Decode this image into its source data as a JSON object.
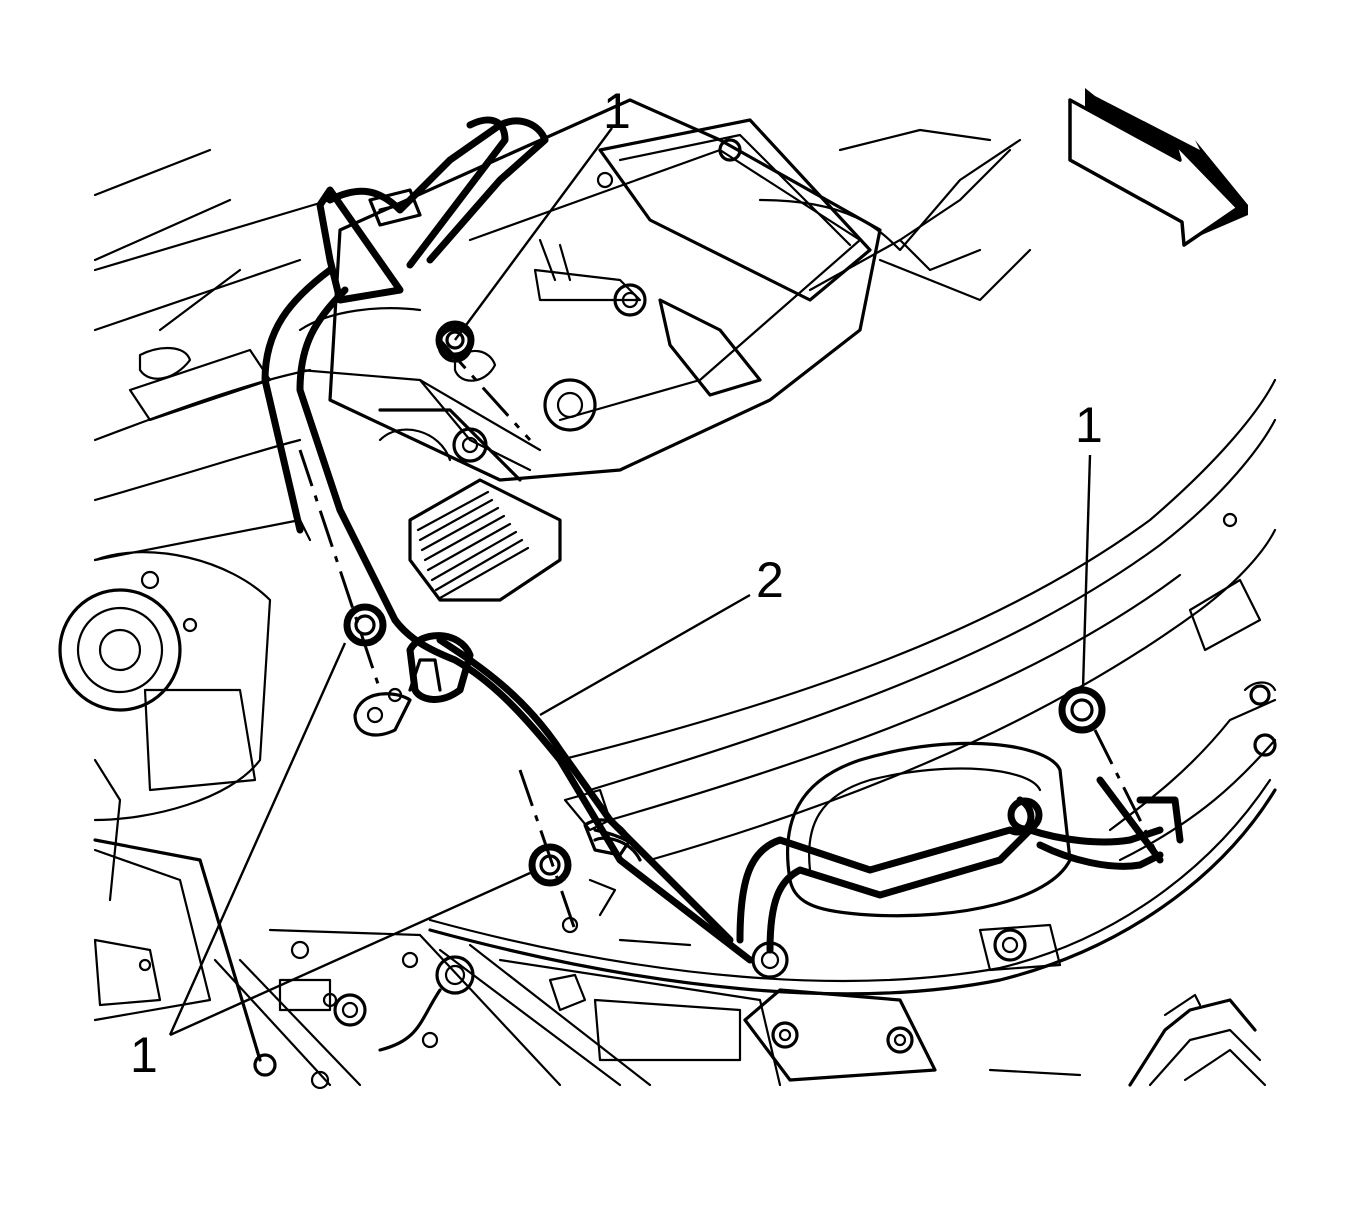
{
  "diagram": {
    "callouts": [
      {
        "id": "c1_top",
        "text": "1"
      },
      {
        "id": "c1_right",
        "text": "1"
      },
      {
        "id": "c2",
        "text": "2"
      },
      {
        "id": "c1_bottom",
        "text": "1"
      }
    ],
    "icons": {
      "direction": "direction-arrow-icon",
      "fastener": "nut-icon"
    },
    "colors": {
      "ink": "#000000",
      "paper": "#ffffff"
    }
  }
}
